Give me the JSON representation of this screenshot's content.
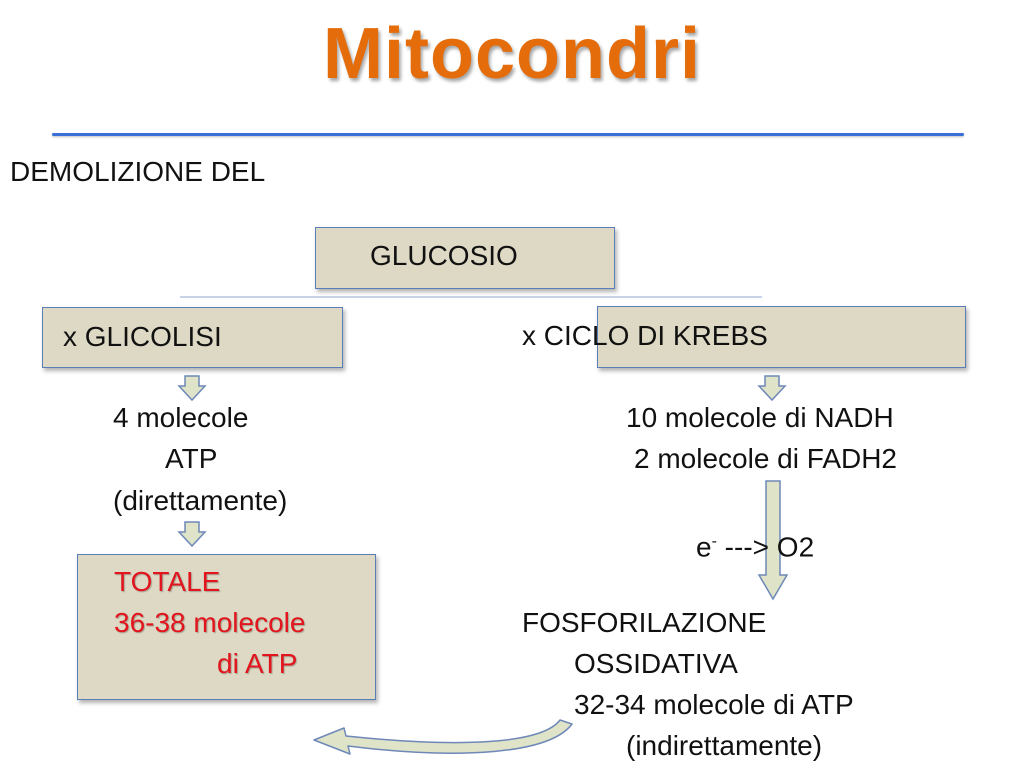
{
  "title": "Mitocondri",
  "heading": "DEMOLIZIONE DEL",
  "glucosio_box": {
    "label": "GLUCOSIO"
  },
  "glicolisi": {
    "label": "x GLICOLISI",
    "result_lines": [
      "4 molecole",
      "ATP",
      "(direttamente)"
    ]
  },
  "krebs": {
    "label": "x CICLO DI KREBS",
    "result_lines": [
      "10 molecole di NADH",
      "2 molecole di FADH2"
    ]
  },
  "electron_flow": {
    "symbol": "e",
    "superscript": "-",
    "rest": " ---> O2"
  },
  "fosforilazione": {
    "lines": [
      "FOSFORILAZIONE",
      "OSSIDATIVA",
      "32-34 molecole di ATP",
      "(indirettamente)"
    ]
  },
  "totale_box": {
    "lines": [
      "TOTALE",
      "36-38 molecole",
      "di ATP"
    ]
  },
  "colors": {
    "title": "#e46c0a",
    "rule": "#3b6fd8",
    "box_fill": "#ddd9c4",
    "box_border": "#5a7fb8",
    "totale_text": "#e2151e",
    "arrow_fill": "#dfe3c8",
    "arrow_stroke": "#6e88b8"
  }
}
